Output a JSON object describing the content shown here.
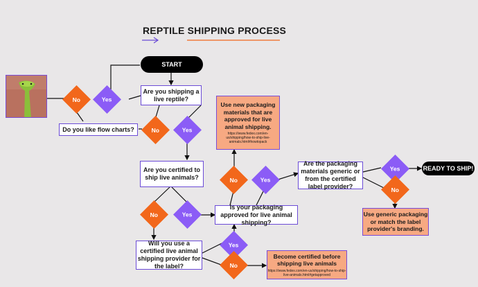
{
  "title": "REPTILE SHIPPING PROCESS",
  "colors": {
    "no": "#f2671b",
    "yes": "#8b5cf6",
    "note": "#f7a982",
    "border": "#6b4bd6",
    "background": "#e9e7e8"
  },
  "nodes": {
    "start": "START",
    "q_live": "Are you shipping a live reptile?",
    "q_flow": "Do you like flow charts?",
    "q_certified": "Are you certified to ship live animals?",
    "q_packaging": "Is your packaging approved for live animal shipping?",
    "q_provider": "Will you use a certified live animal shipping provider for the label?",
    "q_materials": "Are the packaging materials generic or from the certified label provider?",
    "ready": "READY TO SHIP!",
    "note_new_pkg": "Use new packaging materials that are approved for live animal shipping.",
    "note_new_pkg_link": "https://www.fedex.com/en-us/shipping/how-to-ship-live-animals.html#howtopack",
    "note_become": "Become certified before shipping live animals",
    "note_become_link": "https://www.fedex.com/en-us/shipping/how-to-ship-live-animals.html#getapproved",
    "note_generic": "Use generic packaging or match the label provider's branding."
  },
  "labels": {
    "yes": "Yes",
    "no": "No"
  },
  "image": {
    "icon": "snake-photo"
  }
}
